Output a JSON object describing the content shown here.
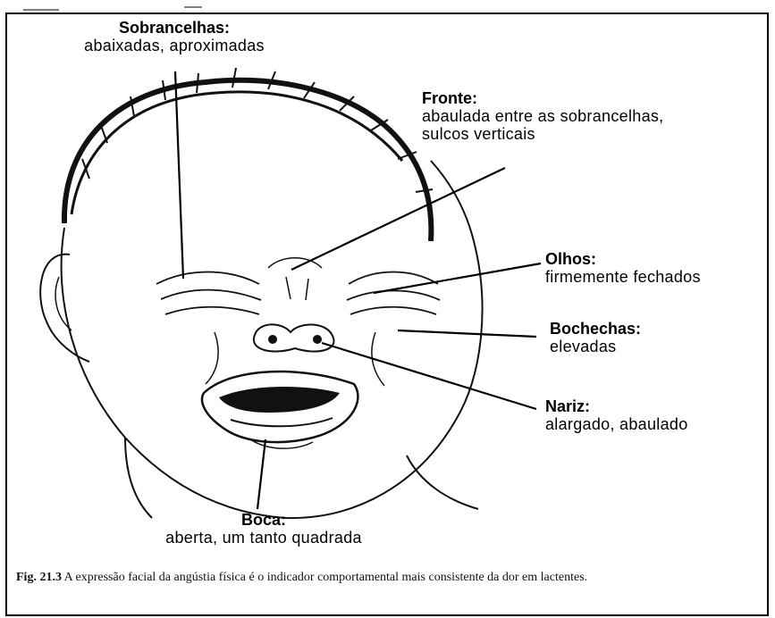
{
  "labels": {
    "sobrancelhas": {
      "title": "Sobrancelhas:",
      "desc": "abaixadas, aproximadas"
    },
    "fronte": {
      "title": "Fronte:",
      "desc_line1": "abaulada entre as sobrancelhas,",
      "desc_line2": "sulcos verticais"
    },
    "olhos": {
      "title": "Olhos:",
      "desc": "firmemente fechados"
    },
    "bochechas": {
      "title": "Bochechas:",
      "desc": "elevadas"
    },
    "nariz": {
      "title": "Nariz:",
      "desc": "alargado, abaulado"
    },
    "boca": {
      "title": "Boca:",
      "desc": "aberta, um tanto quadrada"
    }
  },
  "caption": {
    "number": "Fig. 21.3",
    "text": " A expressão facial da angústia física é o indicador comportamental mais consistente da dor em lactentes."
  }
}
